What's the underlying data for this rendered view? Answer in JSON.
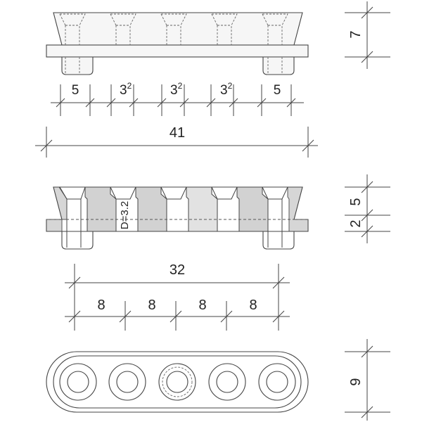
{
  "front_view": {
    "height_dim": "7",
    "spacing_dims": [
      {
        "base": "5",
        "sup": ""
      },
      {
        "base": "3",
        "sup": "2"
      },
      {
        "base": "3",
        "sup": "2"
      },
      {
        "base": "3",
        "sup": "2"
      },
      {
        "base": "5",
        "sup": ""
      }
    ],
    "total_length_dim": "41"
  },
  "section_view": {
    "upper_height_dim": "5",
    "lower_height_dim": "2",
    "hole_diameter_label": "D=3.2",
    "total_length_dim": "32",
    "pitch_dims": [
      "8",
      "8",
      "8",
      "8"
    ]
  },
  "top_view": {
    "width_dim": "9"
  }
}
